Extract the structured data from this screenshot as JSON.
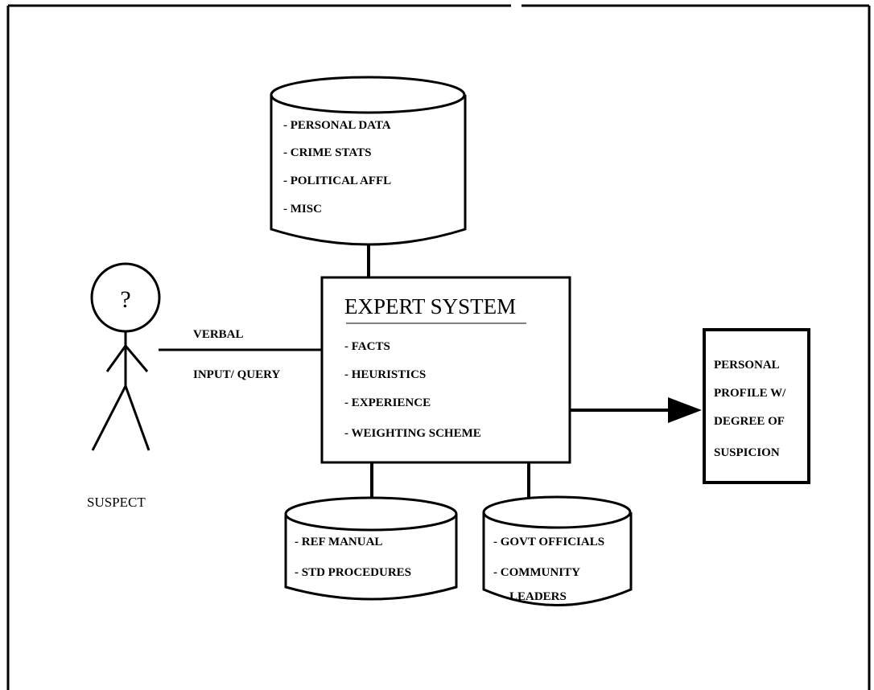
{
  "personal_db": {
    "items": [
      "- PERSONAL DATA",
      "- CRIME STATS",
      "- POLITICAL AFFL",
      "- MISC"
    ]
  },
  "expert_system": {
    "title": "EXPERT SYSTEM",
    "items": [
      "- FACTS",
      "- HEURISTICS",
      "- EXPERIENCE",
      "- WEIGHTING SCHEME"
    ]
  },
  "suspect": {
    "head_symbol": "?",
    "label": "SUSPECT"
  },
  "input_link": {
    "line1": "VERBAL",
    "line2": "INPUT/ QUERY"
  },
  "output_box": {
    "lines": [
      "PERSONAL",
      "PROFILE W/",
      "DEGREE OF",
      "SUSPICION"
    ]
  },
  "ref_db": {
    "items": [
      "- REF MANUAL",
      "- STD PROCEDURES"
    ]
  },
  "gov_db": {
    "items": [
      "- GOVT OFFICIALS",
      "- COMMUNITY",
      "LEADERS"
    ]
  }
}
